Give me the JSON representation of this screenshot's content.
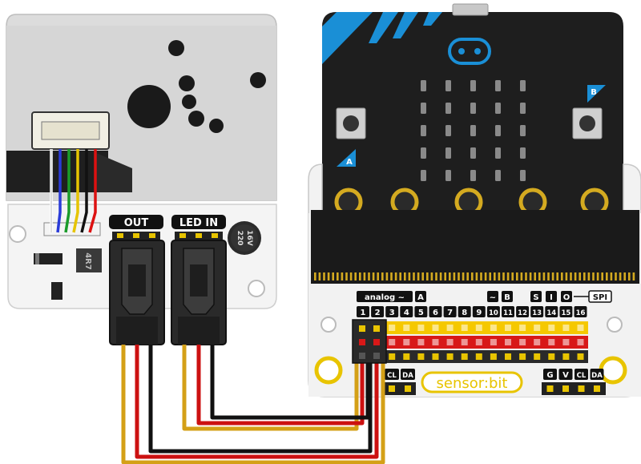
{
  "sensor": {
    "cap_line1": "220",
    "cap_line2": "16V",
    "ic_text": "4R7"
  },
  "connectors": {
    "out_label": "OUT",
    "led_in_label": "LED IN"
  },
  "microbit": {
    "button_a": "A",
    "button_b": "B"
  },
  "sensorbit": {
    "logo": "sensor:bit",
    "group_analog": "analog ~",
    "group_analog_letter": "A",
    "group_pwm_sym": "~",
    "group_pwm_letter": "B",
    "group_spi_letters": [
      "S",
      "I",
      "O"
    ],
    "group_spi": "SPI",
    "pin_numbers": [
      "1",
      "2",
      "3",
      "4",
      "5",
      "6",
      "7",
      "8",
      "9",
      "10",
      "11",
      "12",
      "13",
      "14",
      "15",
      "16"
    ],
    "i2c_left": [
      "CL",
      "DA"
    ],
    "i2c_right": [
      "G",
      "V",
      "CL",
      "DA"
    ]
  },
  "colors": {
    "wire_yellow": "#d4a017",
    "wire_red": "#cc1111",
    "wire_black": "#111111",
    "microbit_blue": "#1a8fd6",
    "header_yellow": "#f5c800",
    "header_red": "#d81818"
  }
}
